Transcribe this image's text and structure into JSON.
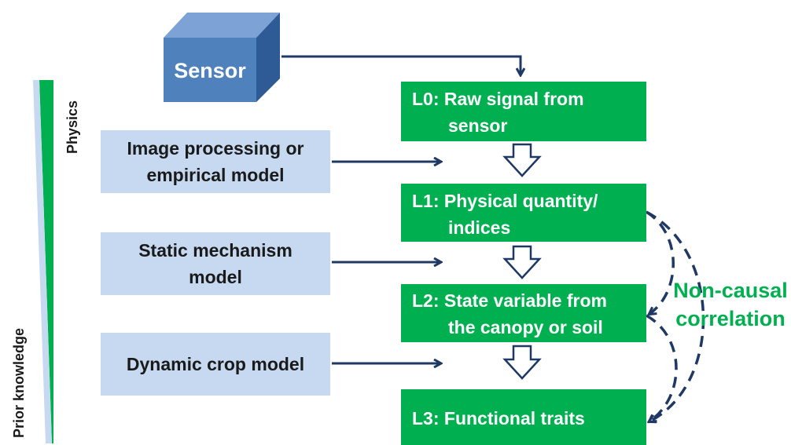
{
  "sensor": {
    "label": "Sensor"
  },
  "axis_labels": {
    "physics": "Physics",
    "prior_knowledge": "Prior knowledge"
  },
  "levels": [
    {
      "line1": "L0: Raw signal from",
      "line2": "sensor"
    },
    {
      "line1": "L1: Physical quantity/",
      "line2": "indices"
    },
    {
      "line1": "L2: State variable from",
      "line2": "the canopy or soil"
    },
    {
      "line1": "L3: Functional traits",
      "line2": ""
    }
  ],
  "models": [
    {
      "line1": "Image processing or",
      "line2": "empirical model"
    },
    {
      "line1": "Static mechanism",
      "line2": "model"
    },
    {
      "line1": "Dynamic crop model",
      "line2": ""
    }
  ],
  "annotation": {
    "line1": "Non-causal",
    "line2": "correlation"
  },
  "colors": {
    "level_fill": "#00b050",
    "model_fill": "#c6d9f1",
    "sensor_front": "#4f81bd",
    "arrow": "#1f3864",
    "annotation": "#00b050"
  }
}
